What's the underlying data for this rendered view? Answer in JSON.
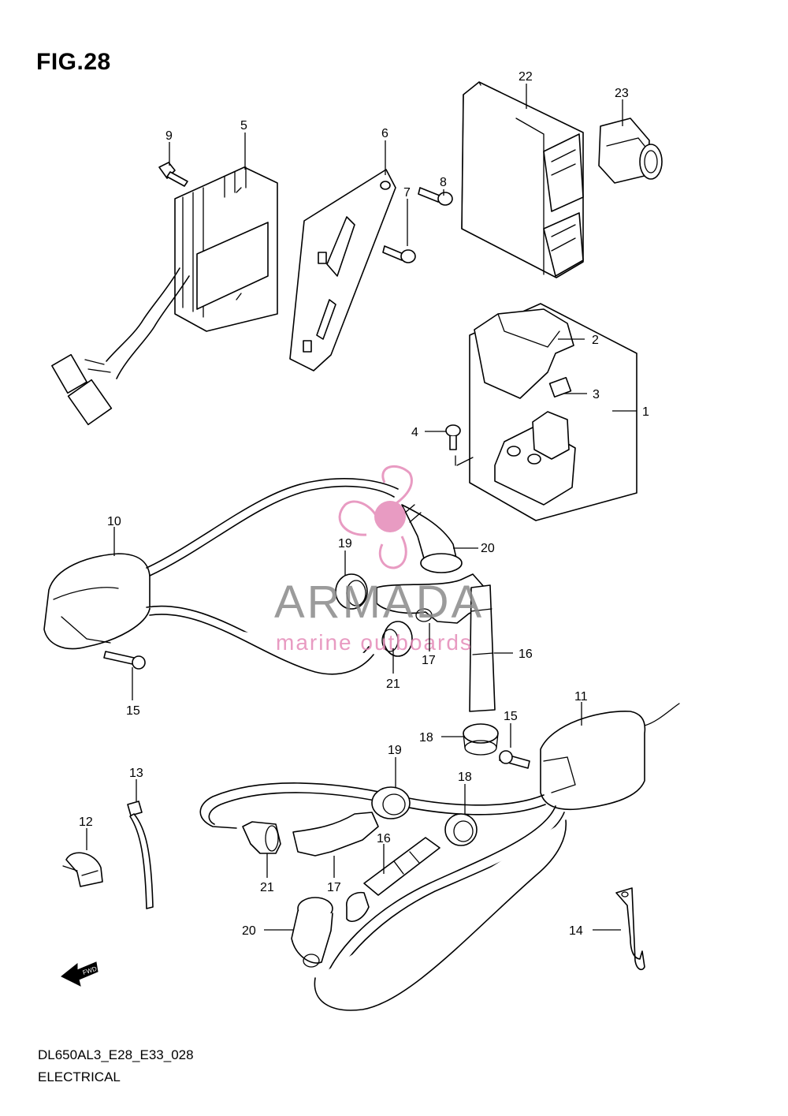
{
  "figure": {
    "title": "FIG.28"
  },
  "footer": {
    "code": "DL650AL3_E28_E33_028",
    "name": "ELECTRICAL"
  },
  "watermark": {
    "brand": "ARMADA",
    "tagline": "marine outboards",
    "brand_color": "#8a8a8a",
    "logo_color": "#e58ab8"
  },
  "direction": {
    "label": "FWD"
  },
  "callouts": [
    "22",
    "23",
    "9",
    "5",
    "6",
    "8",
    "7",
    "2",
    "3",
    "1",
    "4",
    "10",
    "19",
    "20",
    "17",
    "16",
    "21",
    "15",
    "11",
    "18",
    "15",
    "13",
    "19",
    "18",
    "12",
    "16",
    "21",
    "17",
    "20",
    "14"
  ]
}
